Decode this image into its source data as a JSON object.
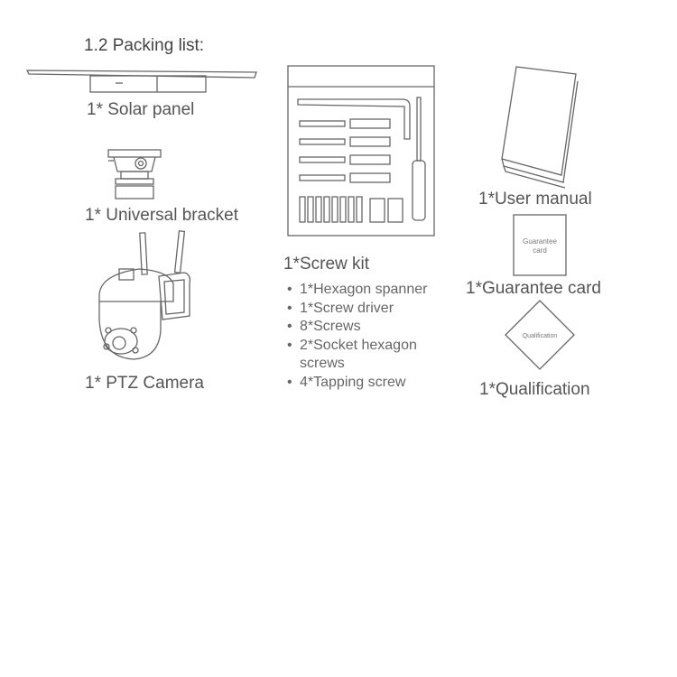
{
  "title": "1.2 Packing list:",
  "items": {
    "solar_panel": "1* Solar panel",
    "universal_bracket": "1* Universal bracket",
    "ptz_camera": "1* PTZ Camera",
    "screw_kit": "1*Screw kit",
    "user_manual": "1*User manual",
    "guarantee_card": "1*Guarantee card",
    "qualification": "1*Qualification"
  },
  "screw_kit_contents": [
    "1*Hexagon spanner",
    "1*Screw driver",
    "8*Screws",
    "2*Socket hexagon",
    "screws",
    "4*Tapping screw"
  ],
  "guarantee_card_text": [
    "Guarantee",
    "card"
  ],
  "qualification_text": "Qualification"
}
